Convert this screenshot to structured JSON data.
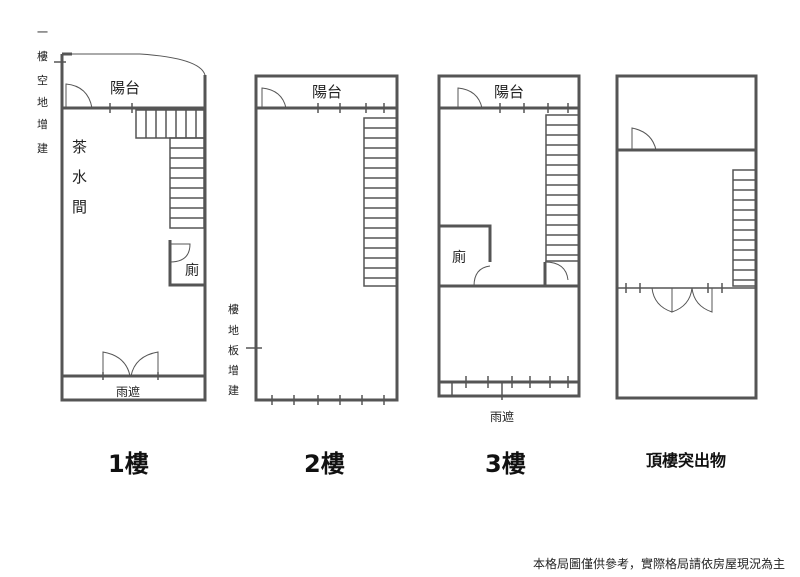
{
  "floors": [
    {
      "title": "1樓",
      "balcony": "陽台",
      "tea_room": "茶水間",
      "toilet": "廁",
      "canopy": "雨遮"
    },
    {
      "title": "2樓",
      "balcony": "陽台"
    },
    {
      "title": "3樓",
      "balcony": "陽台",
      "toilet": "廁",
      "canopy": "雨遮"
    },
    {
      "title": "頂樓突出物"
    }
  ],
  "annotations": {
    "floor1_side_note": "一樓空地增建",
    "floor2_side_note": "樓地板增建"
  },
  "footer": {
    "disclaimer": "本格局圖僅供參考，實際格局請依房屋現況為主"
  },
  "colors": {
    "wall": "#555555",
    "text": "#222222"
  }
}
